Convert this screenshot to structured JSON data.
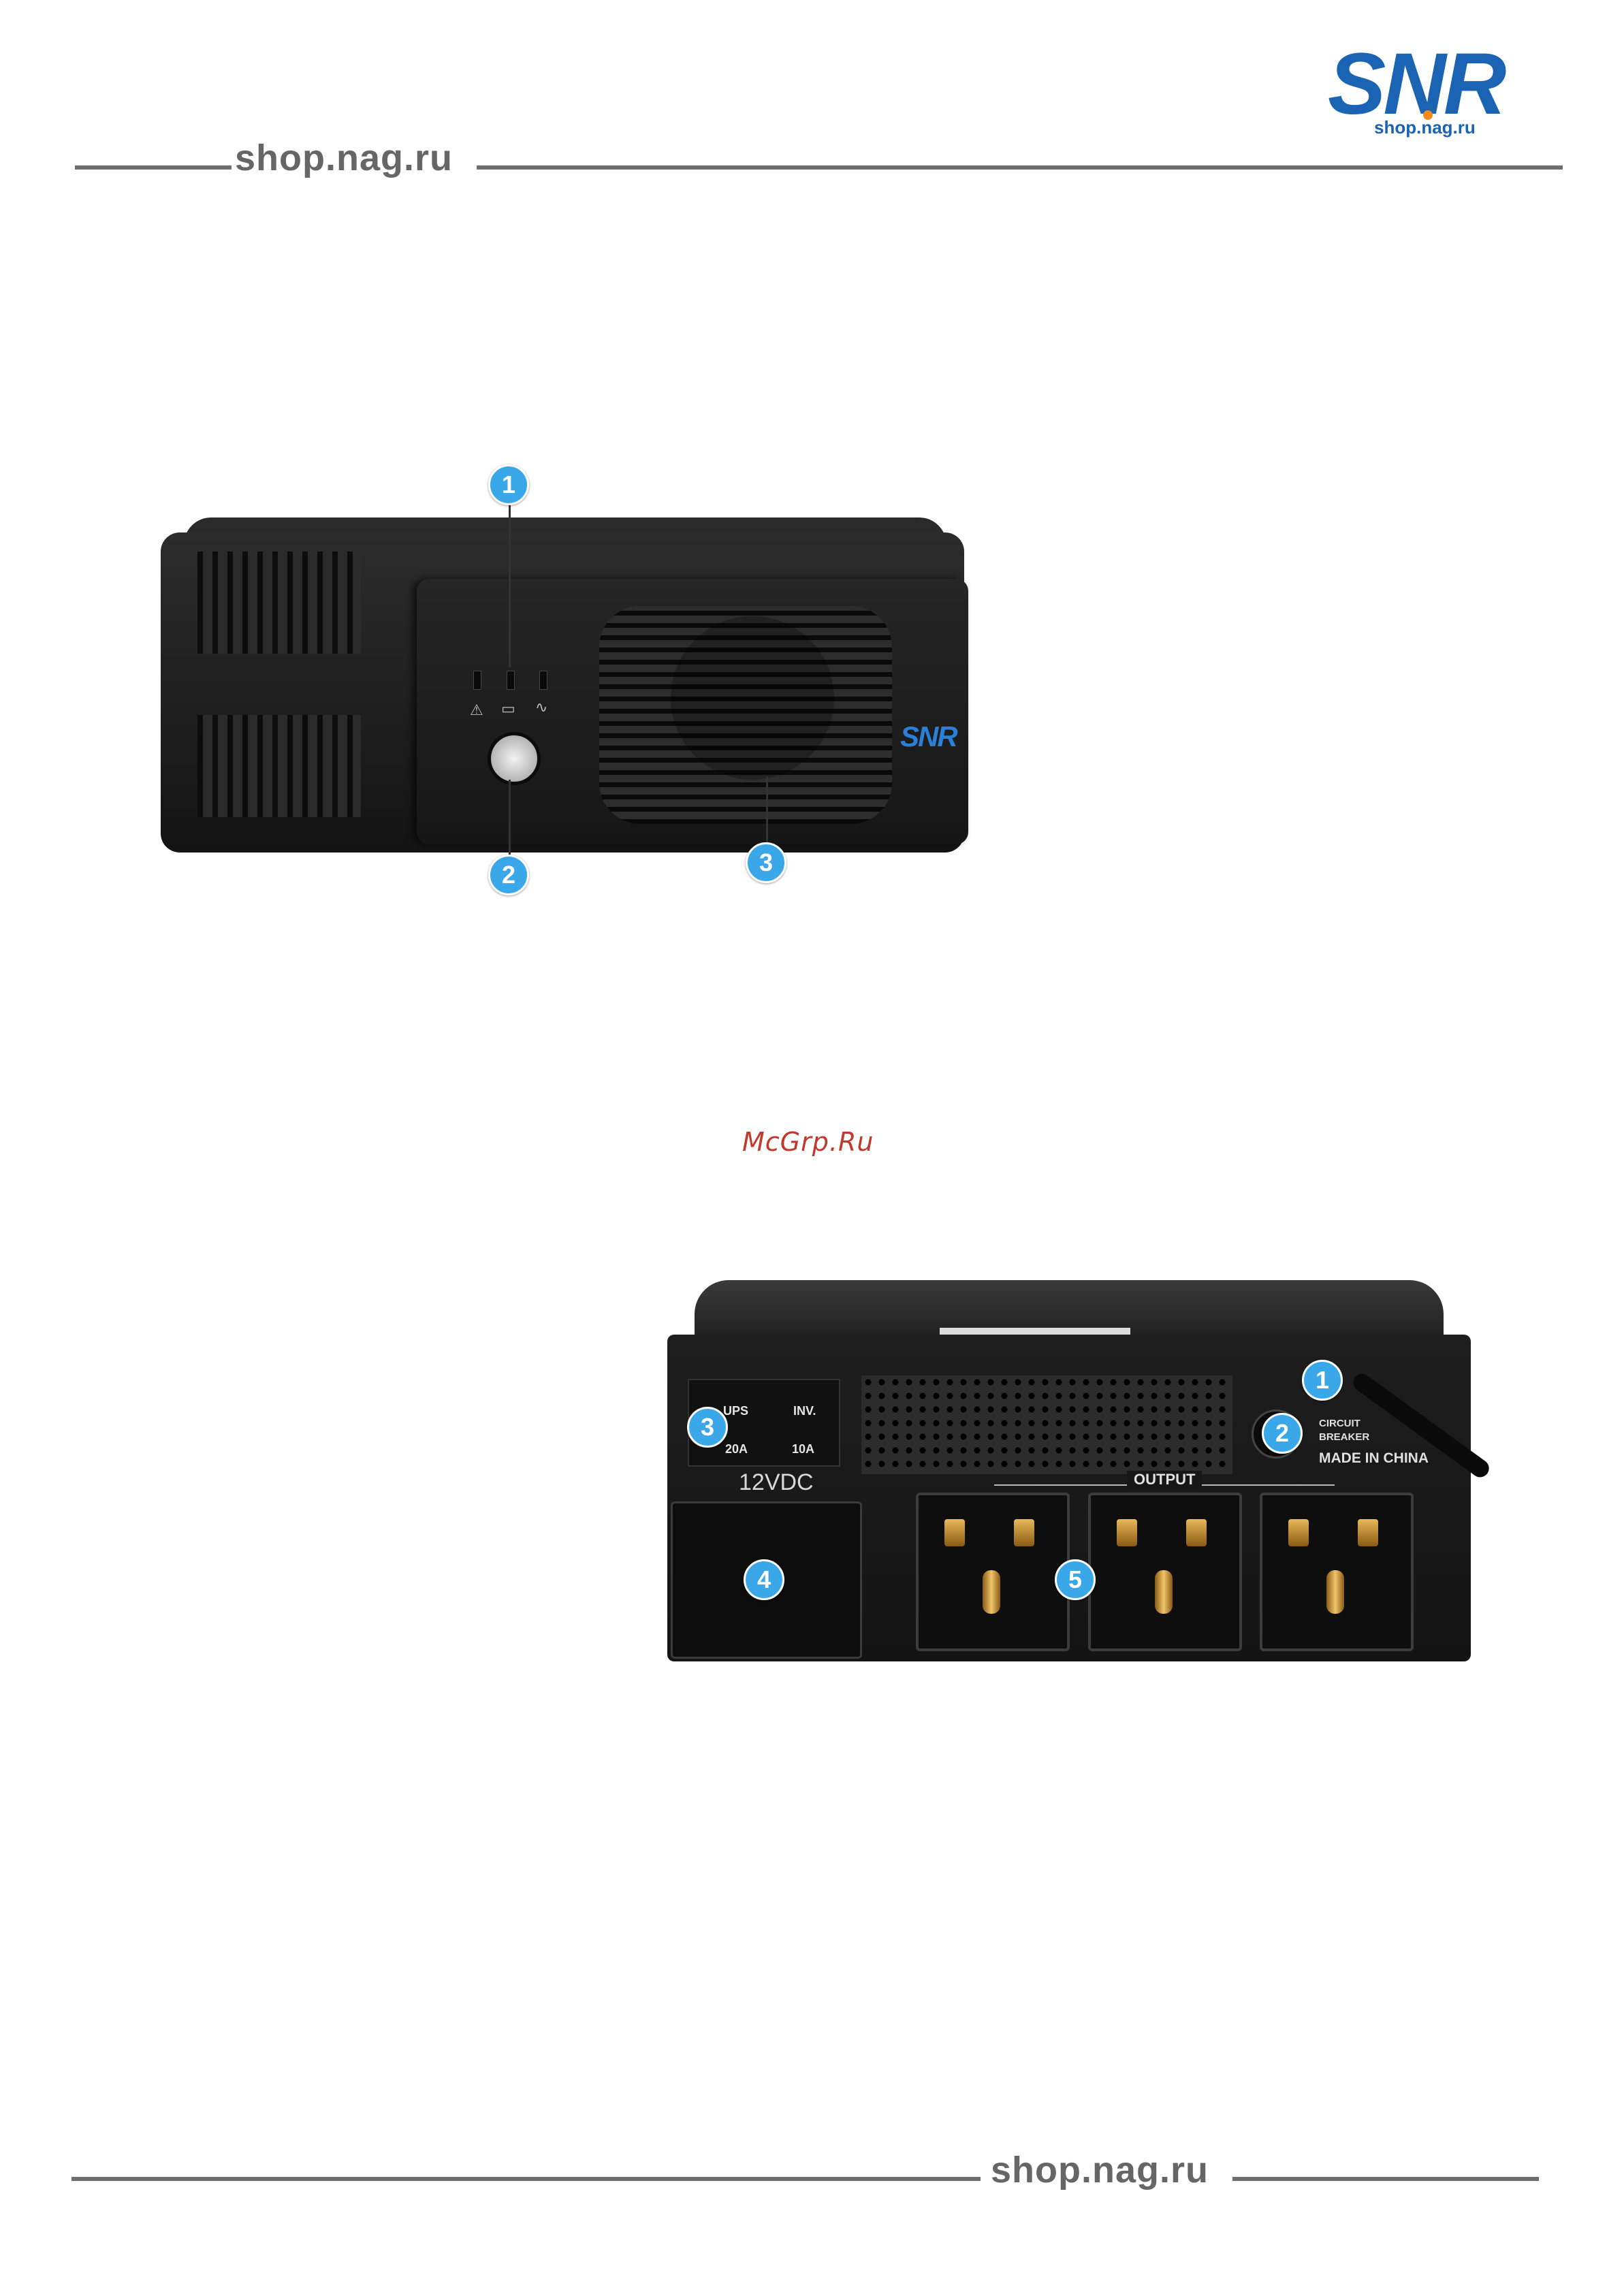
{
  "header": {
    "site": "shop.nag.ru",
    "logo_text": "SNR",
    "logo_sub": "shop.nag.ru",
    "colors": {
      "brand_blue": "#1b63b3",
      "accent_orange": "#f08a1c",
      "badge_blue": "#3aa7e8"
    }
  },
  "front_view": {
    "callouts": [
      "1",
      "2",
      "3"
    ],
    "indicator_icons": [
      "⚠",
      "▭",
      "∿"
    ],
    "device_logo": "SNR"
  },
  "watermark": "McGrp.Ru",
  "rear_view": {
    "callouts": [
      "1",
      "2",
      "3",
      "4",
      "5"
    ],
    "fuse_ups": "UPS",
    "fuse_inv": "INV.",
    "fuse_20a": "20A",
    "fuse_10a": "10A",
    "battery_label": "12VDC",
    "breaker_line1": "CIRCUIT",
    "breaker_line2": "BREAKER",
    "made_in": "MADE IN CHINA",
    "output_label": "OUTPUT"
  },
  "footer": {
    "site": "shop.nag.ru"
  }
}
